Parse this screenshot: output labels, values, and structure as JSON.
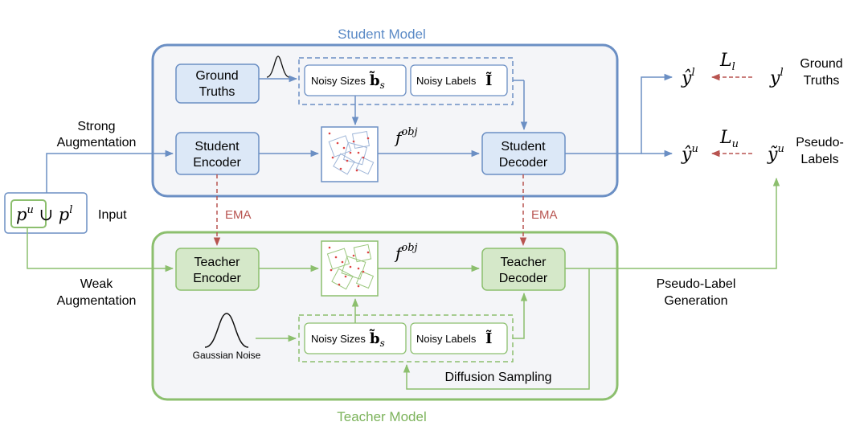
{
  "student_model_title": "Student Model",
  "teacher_model_title": "Teacher Model",
  "input_label": "Input",
  "strong_aug": [
    "Strong",
    "Augmentation"
  ],
  "weak_aug": [
    "Weak",
    "Augmentation"
  ],
  "ema_left": "EMA",
  "ema_right": "EMA",
  "ground_truths_box": [
    "Ground",
    "Truths"
  ],
  "student_encoder": [
    "Student",
    "Encoder"
  ],
  "student_decoder": [
    "Student",
    "Decoder"
  ],
  "teacher_encoder": [
    "Teacher",
    "Encoder"
  ],
  "teacher_decoder": [
    "Teacher",
    "Decoder"
  ],
  "noisy_sizes": "Noisy Sizes",
  "noisy_labels": "Noisy Labels",
  "gaussian_noise": "Gaussian  Noise",
  "diffusion_sampling": "Diffusion Sampling",
  "pseudo_label_generation": [
    "Pseudo-Label",
    "Generation"
  ],
  "ground_truths_right": [
    "Ground",
    "Truths"
  ],
  "pseudo_labels_right": [
    "Pseudo-",
    "Labels"
  ],
  "colors": {
    "student": "#6b8fc4",
    "teacher": "#8cbf6e",
    "ema": "#b85450",
    "student_fill": "#dce8f7",
    "teacher_fill": "#d5e8c9",
    "text_blue": "#5b8ac6",
    "text_green": "#7cb35b"
  }
}
